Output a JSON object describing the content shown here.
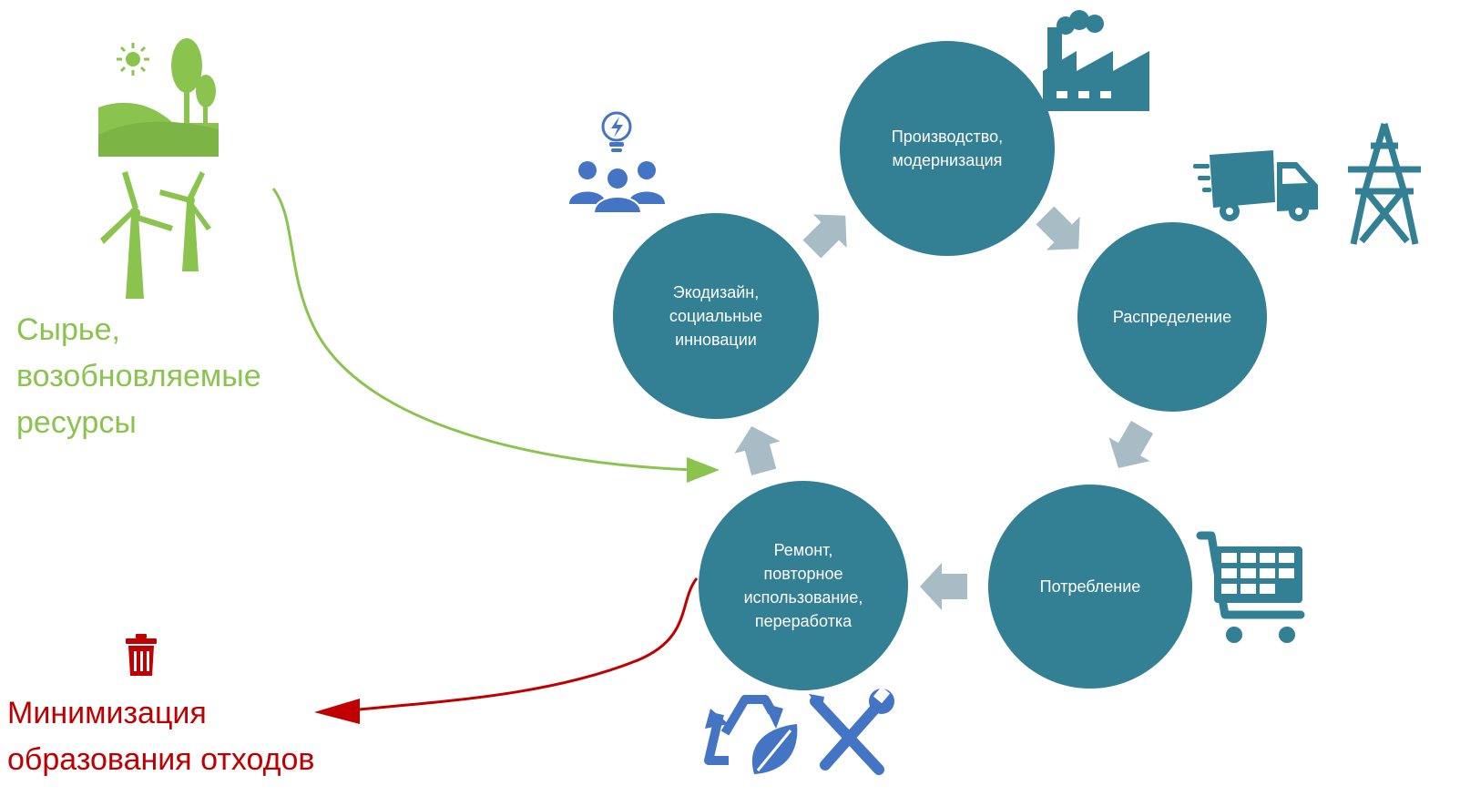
{
  "colors": {
    "node": "#337f93",
    "arrow": "#a7bcc4",
    "green": "#8ac44f",
    "red": "#c00000",
    "blue": "#4474c4",
    "teal": "#337f93"
  },
  "nodes": {
    "production": "Производство,\nмодернизация",
    "distribution": "Распределение",
    "consumption": "Потребление",
    "repair": "Ремонт,\nповторное\nиспользование,\nпереработка",
    "ecodesign": "Экодизайн,\nсоциальные\nинновации"
  },
  "labels": {
    "resources": "Сырье,\nвозобновляемые\nресурсы",
    "waste": "Минимизация\nобразования отходов"
  },
  "icons": {
    "landscape": "landscape-sun-trees-icon",
    "wind": "wind-turbines-icon",
    "team": "team-idea-icon",
    "factory": "factory-icon",
    "truck": "delivery-truck-icon",
    "pylon": "power-pylon-icon",
    "cart": "shopping-cart-icon",
    "recycle": "recycle-leaf-icon",
    "tools": "screwdriver-wrench-icon",
    "trash": "trash-bin-icon"
  }
}
